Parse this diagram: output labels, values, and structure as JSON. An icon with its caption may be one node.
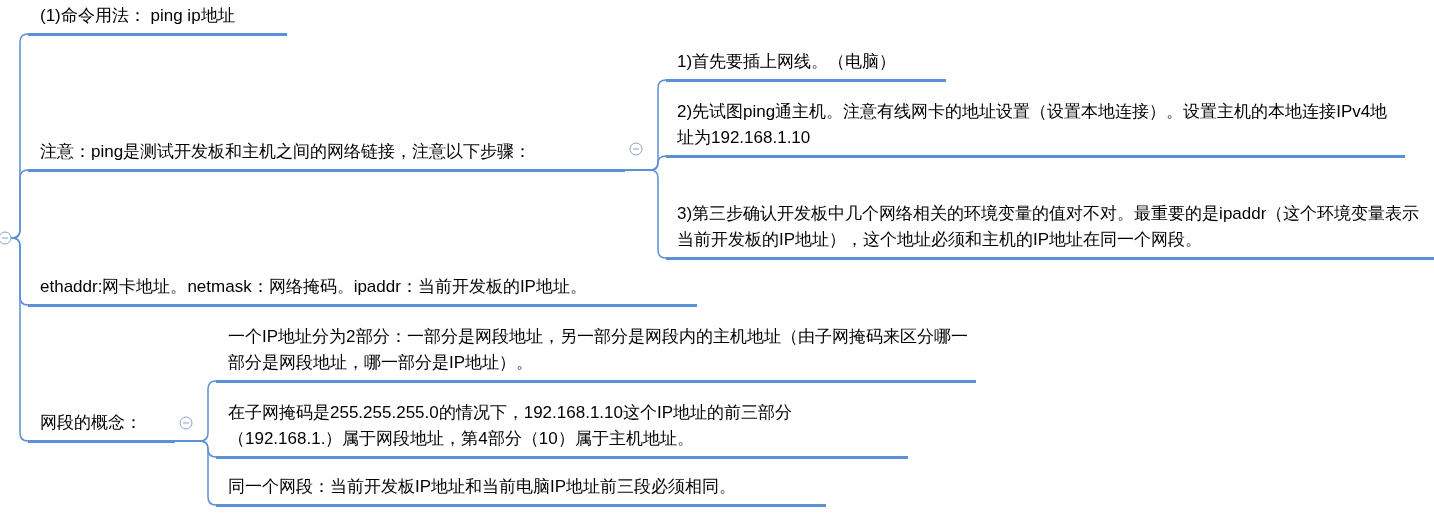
{
  "diagram": {
    "nodes": [
      {
        "text": [],
        "shape": "circle"
      },
      {
        "text": [
          "(1)命令用法： ping ip地址"
        ]
      },
      {
        "text": [
          "注意：ping是测试开发板和主机之间的网络链接，注意以下步骤："
        ]
      },
      {
        "text": [
          "1)首先要插上网线。（电脑）"
        ]
      },
      {
        "text": [
          "2)先试图ping通主机。注意有线网卡的地址设置（设置本地连接）。设置主机的本地连接IPv4地址为192.168.1.10"
        ]
      },
      {
        "text": [
          "3)第三步确认开发板中几个网络相关的环境变量的值对不对。最重要的是ipaddr（这个环境变量表示当前开发板的IP地址），这个地址必须和主机的IP地址在同一个网段。"
        ]
      },
      {
        "text": [
          "ethaddr:网卡地址。netmask：网络掩码。ipaddr：当前开发板的IP地址。"
        ]
      },
      {
        "text": [
          "网段的概念："
        ]
      },
      {
        "text": [
          "一个IP地址分为2部分：一部分是网段地址，另一部分是网段内的主机地址（由子网掩码来区分哪一部分是网段地址，哪一部分是IP地址）。"
        ]
      },
      {
        "text": [
          "在子网掩码是255.255.255.0的情况下，192.168.1.10这个IP地址的前三部分（192.168.1.）属于网段地址，第4部分（10）属于主机地址。"
        ]
      },
      {
        "text": [
          "同一个网段：当前开发板IP地址和当前电脑IP地址前三段必须相同。"
        ]
      }
    ],
    "edges": [
      {
        "from": 0,
        "to": 1,
        "arrow": "none"
      },
      {
        "from": 0,
        "to": 2,
        "arrow": "none"
      },
      {
        "from": 0,
        "to": 6,
        "arrow": "none"
      },
      {
        "from": 0,
        "to": 7,
        "arrow": "none"
      },
      {
        "from": 2,
        "to": 3,
        "arrow": "none"
      },
      {
        "from": 2,
        "to": 4,
        "arrow": "none"
      },
      {
        "from": 2,
        "to": 5,
        "arrow": "none"
      },
      {
        "from": 7,
        "to": 8,
        "arrow": "none"
      },
      {
        "from": 7,
        "to": 9,
        "arrow": "none"
      },
      {
        "from": 7,
        "to": 10,
        "arrow": "none"
      }
    ]
  }
}
